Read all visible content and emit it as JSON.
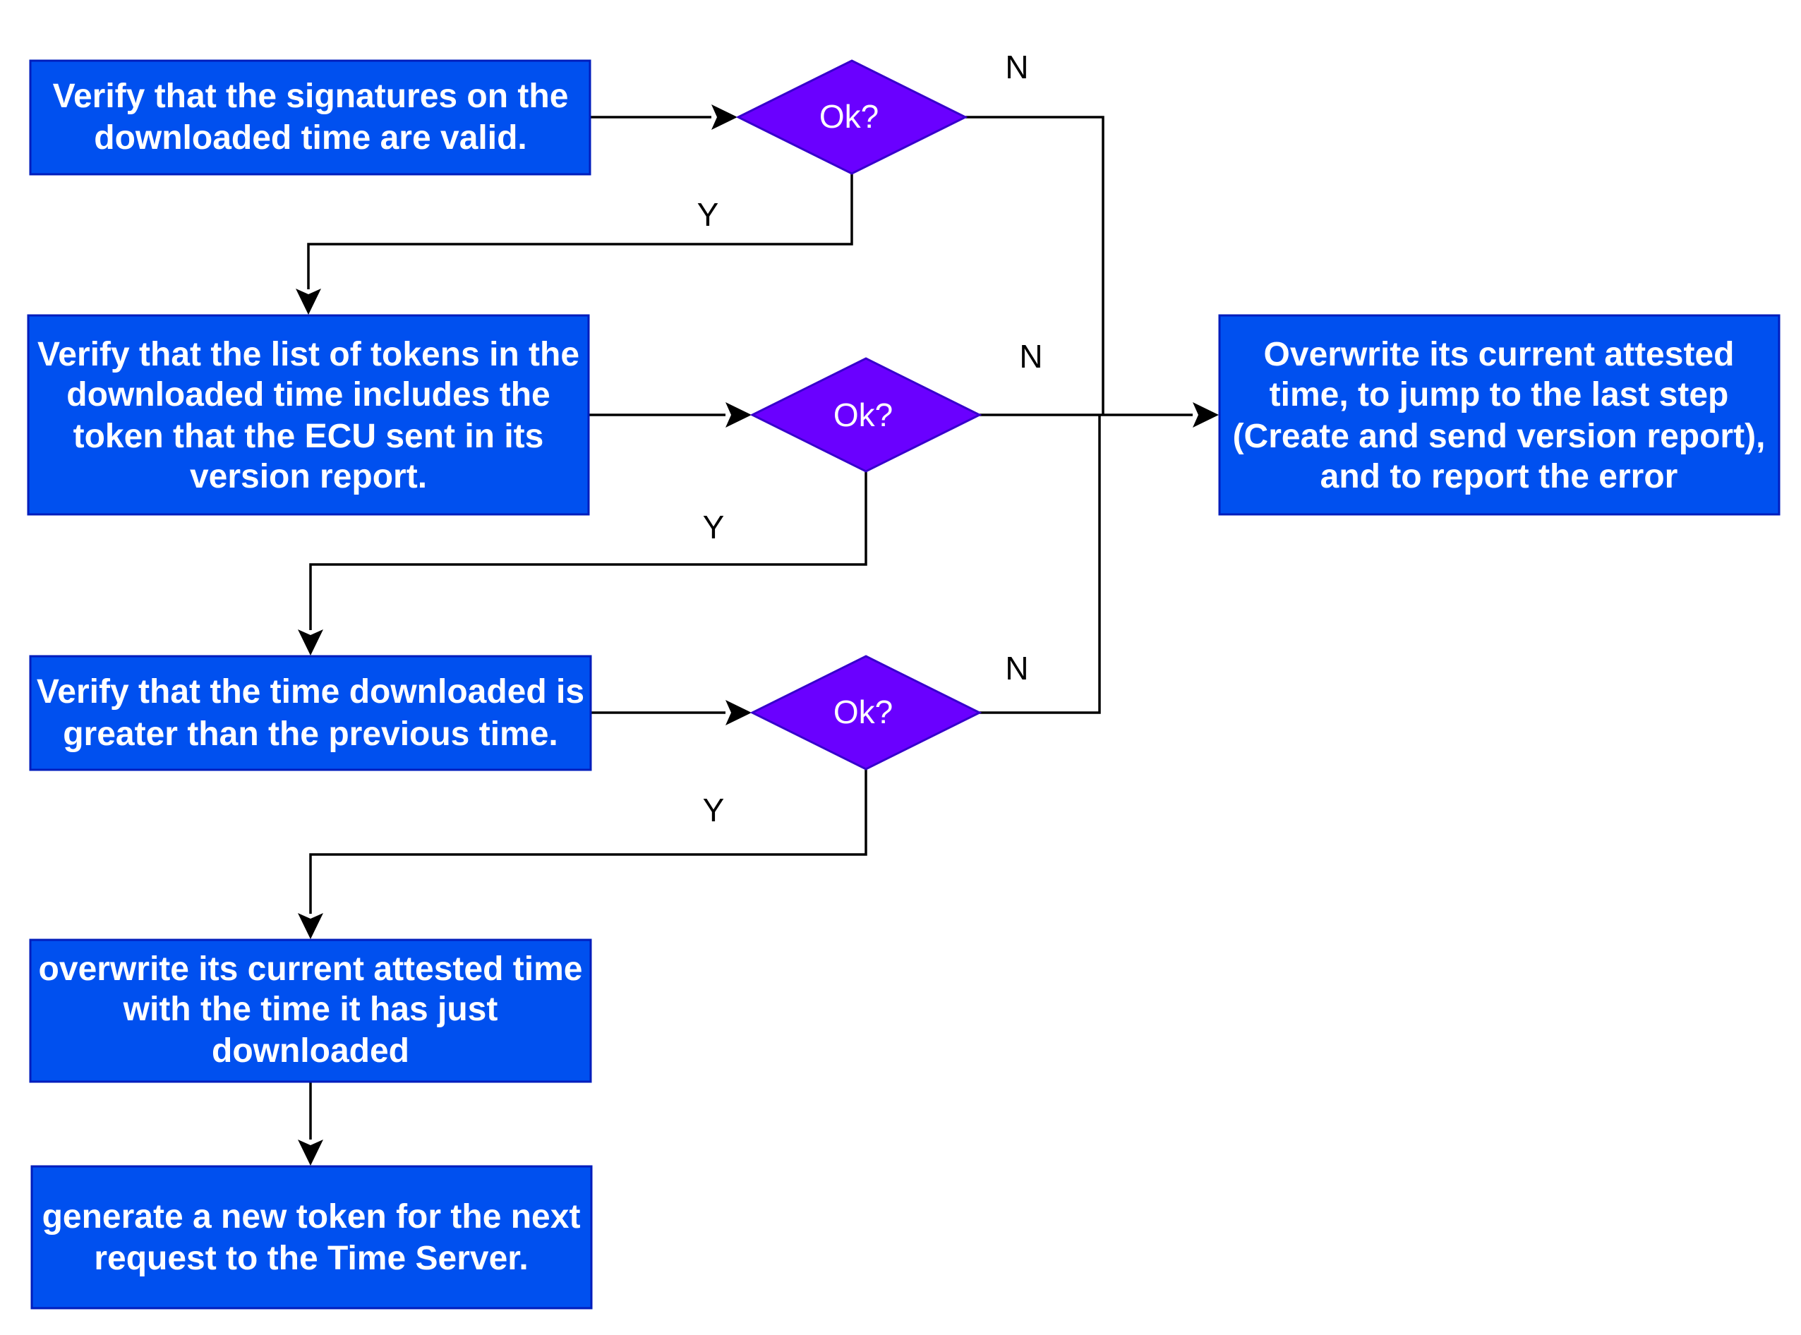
{
  "steps": [
    {
      "lines": [
        "Verify that the signatures on the",
        "downloaded time are valid."
      ]
    },
    {
      "lines": [
        "Verify that the list of tokens in the",
        "downloaded time includes the",
        "token that the ECU sent in its",
        "version report."
      ]
    },
    {
      "lines": [
        "Verify that the time downloaded is",
        "greater than the previous time."
      ]
    },
    {
      "lines": [
        "overwrite its current attested time",
        "with the time it has just",
        "downloaded"
      ]
    },
    {
      "lines": [
        "generate a new token for the next",
        "request to the Time Server."
      ]
    }
  ],
  "error_step": {
    "lines": [
      "Overwrite its current attested",
      "time, to jump to the last step",
      "(Create and send version report),",
      "and to report the error"
    ]
  },
  "decisions": [
    {
      "label": "Ok?",
      "no_label": "N",
      "yes_label": "Y"
    },
    {
      "label": "Ok?",
      "no_label": "N",
      "yes_label": "Y"
    },
    {
      "label": "Ok?",
      "no_label": "N",
      "yes_label": "Y"
    }
  ],
  "colors": {
    "box_fill": "#0050EF",
    "box_stroke": "#001DBC",
    "decision_fill": "#6A00FF",
    "decision_stroke": "#3700CC",
    "text": "#FFFFFF",
    "edge": "#000000"
  }
}
